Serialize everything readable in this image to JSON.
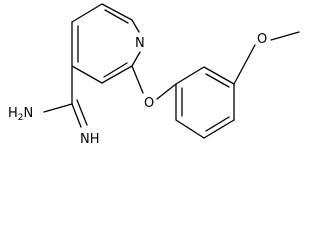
{
  "labels": {
    "n": "N",
    "o_ether": "O",
    "o_methoxy": "O",
    "nh_imine": "NH",
    "amine_h": "H",
    "amine_2": "2",
    "amine_n": "N"
  },
  "colors": {
    "ink": "#000000",
    "background": "#ffffff"
  }
}
